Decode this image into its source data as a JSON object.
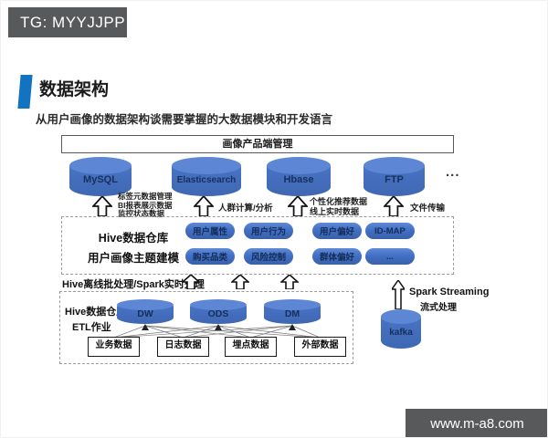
{
  "colors": {
    "badge_bg": "#58595B",
    "accent_blue": "#1273C0",
    "cylinder_blue": "#4472C4",
    "cylinder_text": "#16305C",
    "footer_bg": "#58595B"
  },
  "badge": {
    "text": "TG: MYYJJPP"
  },
  "header": {
    "title": "数据架构",
    "subtitle": "从用户画像的数据架构谈需要掌握的大数据模块和开发语言"
  },
  "diagram": {
    "top_box_label": "画像产品端管理",
    "databases": [
      {
        "label": "MySQL",
        "annotation": [
          "标签元数据管理",
          "BI报表展示数据",
          "监控状态数据"
        ]
      },
      {
        "label": "Elasticsearch",
        "annotation": [
          "人群计算/分析"
        ]
      },
      {
        "label": "Hbase",
        "annotation": [
          "个性化推荐数据",
          "线上实时数据"
        ]
      },
      {
        "label": "FTP",
        "annotation": [
          "文件传输"
        ]
      }
    ],
    "databases_ellipsis": "...",
    "modeling_box": {
      "label_line1": "Hive数据仓库",
      "label_line2": "用户画像主题建模",
      "pills_row1": [
        "用户属性",
        "用户行为",
        "用户偏好",
        "ID-MAP"
      ],
      "pills_row2": [
        "购买品类",
        "风险控制",
        "群体偏好",
        "..."
      ]
    },
    "processing_label": "Hive离线批处理/Spark实时处理",
    "etl_box": {
      "label_line1": "Hive数据仓库",
      "label_line2": "ETL作业",
      "warehouses": [
        "DW",
        "ODS",
        "DM"
      ],
      "sources": [
        "业务数据",
        "日志数据",
        "埋点数据",
        "外部数据"
      ]
    },
    "streaming": {
      "label_line1": "Spark Streaming",
      "label_line2": "流式处理",
      "queue_label": "kafka"
    }
  },
  "footer": {
    "url": "www.m-a8.com"
  }
}
